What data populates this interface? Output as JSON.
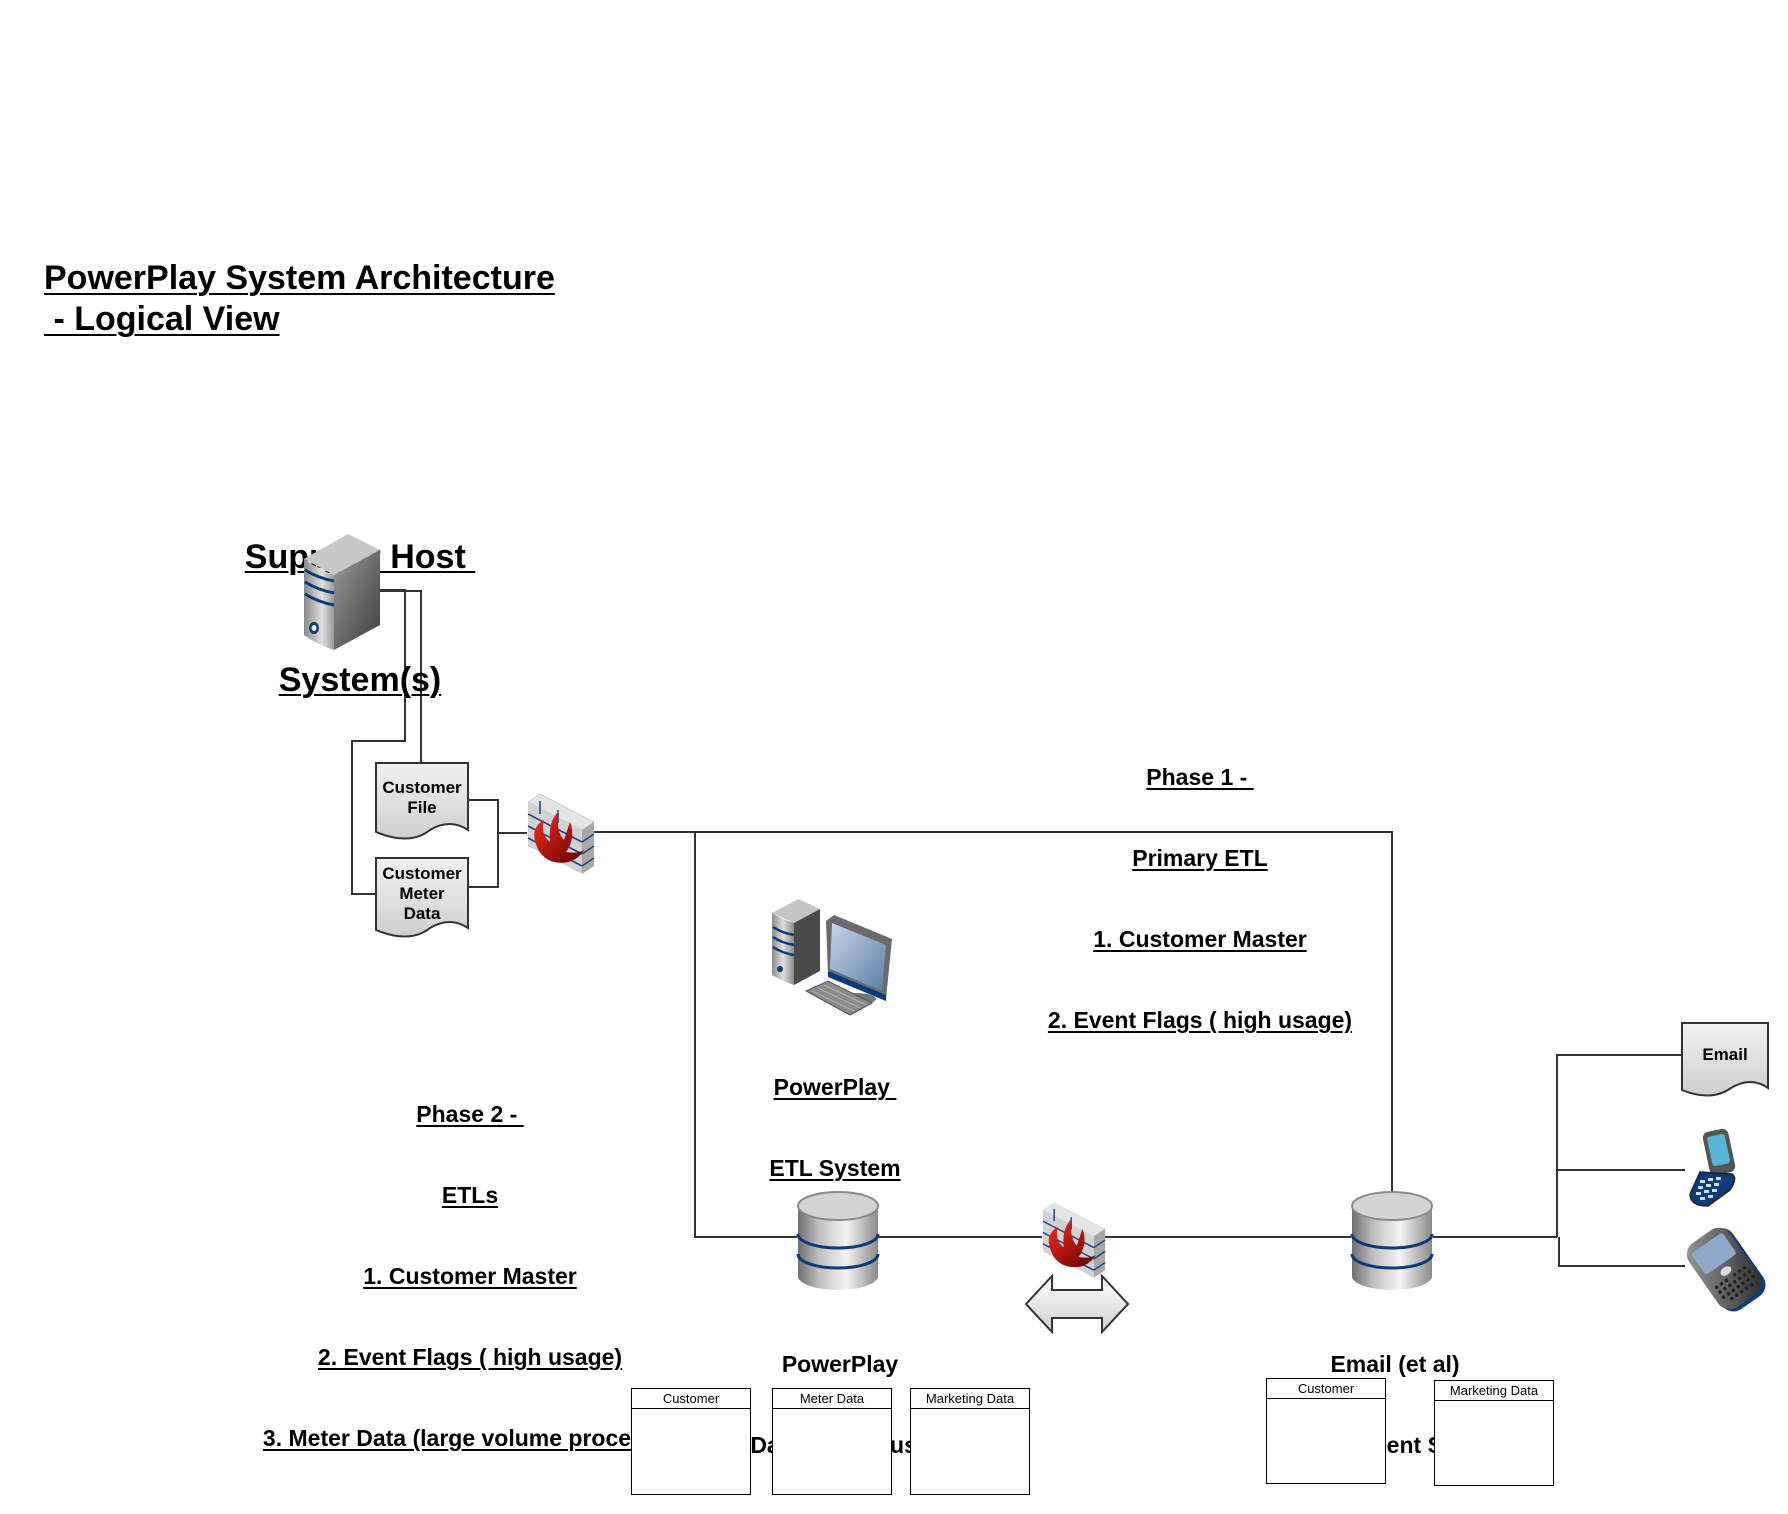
{
  "diagram": {
    "title_lines": [
      "PowerPlay System Architecture",
      " - Logical View"
    ],
    "nodes": {
      "supplier_host": {
        "label_lines": [
          "Supplier Host ",
          "System(s)"
        ],
        "icon": "server-tower-icon"
      },
      "customer_file": {
        "label_lines": [
          "Customer",
          "File"
        ],
        "icon": "document-icon"
      },
      "customer_meter_data": {
        "label_lines": [
          "Customer",
          "Meter",
          "Data"
        ],
        "icon": "document-icon"
      },
      "firewall_inbound": {
        "icon": "firewall-icon"
      },
      "etl_system": {
        "label_lines": [
          "PowerPlay ",
          "ETL System"
        ],
        "icon": "workstation-icon"
      },
      "data_warehouse": {
        "label_lines": [
          "PowerPlay",
          "Data Warehouse"
        ],
        "icon": "database-icon"
      },
      "firewall_internal": {
        "icon": "firewall-icon"
      },
      "bidirectional_arrow": {
        "icon": "double-arrow-icon"
      },
      "email_mgmt": {
        "label_lines": [
          "Email (et al)",
          "Management System"
        ],
        "icon": "database-icon"
      },
      "email_channel": {
        "label": "Email",
        "icon": "document-icon"
      },
      "flip_phone": {
        "icon": "flip-phone-icon"
      },
      "smartphone": {
        "icon": "smartphone-icon"
      }
    },
    "annotations": {
      "phase1": [
        "Phase 1 - ",
        "Primary ETL",
        "1. Customer Master",
        "2. Event Flags ( high usage)"
      ],
      "phase2": [
        "Phase 2 - ",
        "ETLs",
        "1. Customer Master",
        "2. Event Flags ( high usage)",
        "3. Meter Data (large volume processin"
      ]
    },
    "tables": {
      "data_warehouse": [
        "Customer",
        "Meter Data",
        "Marketing Data"
      ],
      "email_mgmt": [
        "Customer",
        "Marketing Data"
      ]
    },
    "colors": {
      "connector": "#333333",
      "accent_blue": "#0a3b7a",
      "flame_red": "#c00000",
      "doc_fill": "#e6e6e6"
    }
  }
}
